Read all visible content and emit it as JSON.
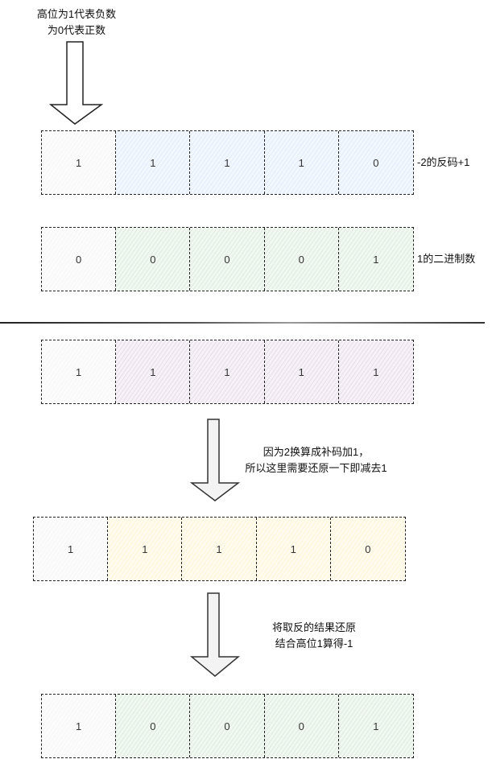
{
  "annotations": {
    "sign_bit_note": [
      "高位为1代表负数",
      "为0代表正数"
    ],
    "row1_label": "-2的反码+1",
    "row2_label": "1的二进制数",
    "subtract_note": [
      "因为2换算成补码加1，",
      "所以这里需要还原一下即减去1"
    ],
    "invert_note": [
      "将取反的结果还原",
      "结合高位1算得-1"
    ]
  },
  "rows": [
    {
      "bits": [
        "1",
        "1",
        "1",
        "1",
        "0"
      ],
      "fill": "#dae8fc"
    },
    {
      "bits": [
        "0",
        "0",
        "0",
        "0",
        "1"
      ],
      "fill": "#d5e8d4"
    },
    {
      "bits": [
        "1",
        "1",
        "1",
        "1",
        "1"
      ],
      "fill": "#e1d5e7"
    },
    {
      "bits": [
        "1",
        "1",
        "1",
        "1",
        "0"
      ],
      "fill": "#fff2cc"
    },
    {
      "bits": [
        "1",
        "0",
        "0",
        "0",
        "1"
      ],
      "fill": "#d5e8d4"
    }
  ],
  "colors": {
    "sign_cell": "#f5f5f5",
    "stroke": "#222222"
  }
}
